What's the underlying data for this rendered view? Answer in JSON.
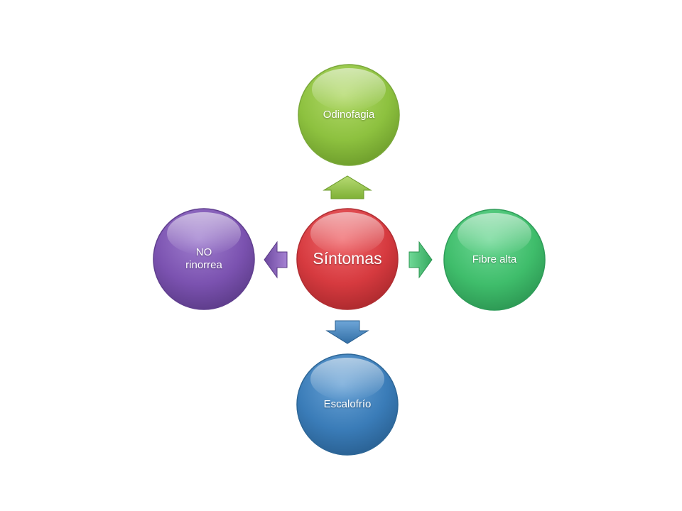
{
  "diagram": {
    "center": {
      "label": "Síntomas",
      "color": "#d63a3f"
    },
    "nodes": [
      {
        "id": "top",
        "label": "Odinofagia",
        "color": "#8dc13f"
      },
      {
        "id": "right",
        "label": "Fibre alta",
        "color": "#3fbd6b"
      },
      {
        "id": "bottom",
        "label": "Escalofrío",
        "color": "#3a7cb8"
      },
      {
        "id": "left",
        "label": "NO\nrinorrea",
        "color": "#7b52b0"
      }
    ]
  }
}
